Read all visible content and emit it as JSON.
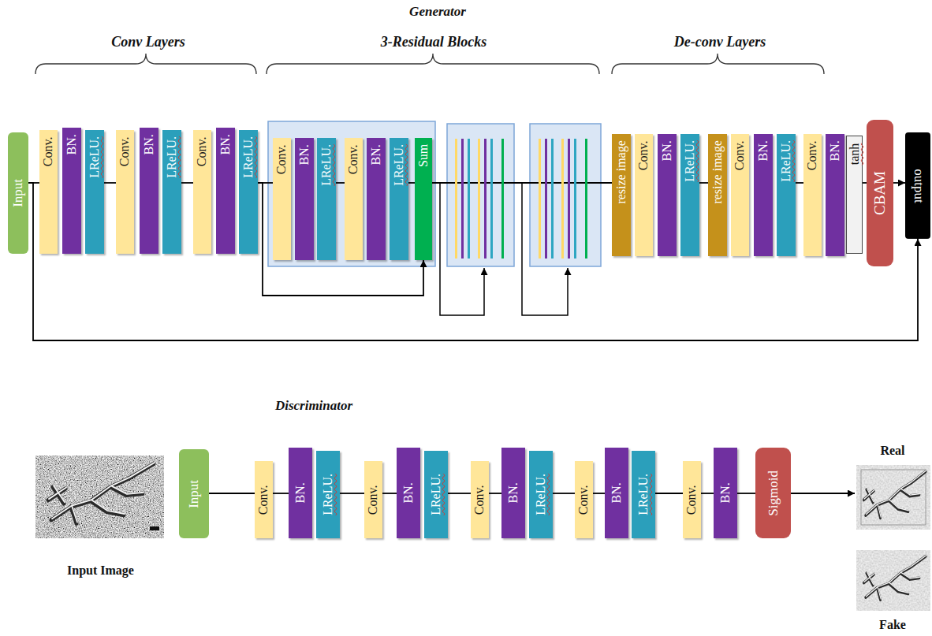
{
  "diagram": {
    "nodes": [
      {
        "text": [
          "Input"
        ]
      },
      {
        "text": [
          "Conv."
        ]
      },
      {
        "text": [
          "BN."
        ]
      },
      {
        "text": [
          "LReLU."
        ]
      },
      {
        "text": [
          "Conv."
        ]
      },
      {
        "text": [
          "BN."
        ]
      },
      {
        "text": [
          "LReLU."
        ]
      },
      {
        "text": [
          "Conv."
        ]
      },
      {
        "text": [
          "BN."
        ]
      },
      {
        "text": [
          "LReLU."
        ]
      },
      {
        "text": [
          "Conv."
        ]
      },
      {
        "text": [
          "BN."
        ]
      },
      {
        "text": [
          "LReLU."
        ]
      },
      {
        "text": [
          "Conv."
        ]
      },
      {
        "text": [
          "BN."
        ]
      },
      {
        "text": [
          "LReLU."
        ]
      },
      {
        "text": [
          "Sum"
        ]
      },
      {
        "text": [
          "resize image"
        ]
      },
      {
        "text": [
          "Conv."
        ]
      },
      {
        "text": [
          "BN."
        ]
      },
      {
        "text": [
          "LReLU."
        ]
      },
      {
        "text": [
          "resize image"
        ]
      },
      {
        "text": [
          "Conv."
        ]
      },
      {
        "text": [
          "BN."
        ]
      },
      {
        "text": [
          "LReLU."
        ]
      },
      {
        "text": [
          "Conv."
        ]
      },
      {
        "text": [
          "BN."
        ]
      },
      {
        "text": [
          "tanh"
        ]
      },
      {
        "text": [
          "CBAM"
        ]
      },
      {
        "text": [
          "output"
        ]
      },
      {
        "text": [
          "Input Image"
        ]
      },
      {
        "text": [
          "Input"
        ]
      },
      {
        "text": [
          "Conv."
        ]
      },
      {
        "text": [
          "BN."
        ]
      },
      {
        "text": [
          "LReLU."
        ]
      },
      {
        "text": [
          "Conv."
        ]
      },
      {
        "text": [
          "BN."
        ]
      },
      {
        "text": [
          "LReLU."
        ]
      },
      {
        "text": [
          "Conv."
        ]
      },
      {
        "text": [
          "BN."
        ]
      },
      {
        "text": [
          "LReLU."
        ]
      },
      {
        "text": [
          "Conv."
        ]
      },
      {
        "text": [
          "BN."
        ]
      },
      {
        "text": [
          "LReLU."
        ]
      },
      {
        "text": [
          "Conv."
        ]
      },
      {
        "text": [
          "BN."
        ]
      },
      {
        "text": [
          "Sigmoid"
        ]
      },
      {
        "text": [
          "Real"
        ]
      },
      {
        "text": [
          "Fake"
        ]
      }
    ],
    "edges": [
      {
        "from": 0,
        "to": 1,
        "arrow": "none"
      },
      {
        "from": 3,
        "to": 4,
        "arrow": "none"
      },
      {
        "from": 6,
        "to": 7,
        "arrow": "none"
      },
      {
        "from": 9,
        "to": 10,
        "arrow": "none"
      },
      {
        "from": 12,
        "to": 13,
        "arrow": "none"
      },
      {
        "from": 15,
        "to": 16,
        "arrow": "none"
      },
      {
        "from": 9,
        "to": 16,
        "arrow": "to"
      },
      {
        "from": 20,
        "to": 21,
        "arrow": "none"
      },
      {
        "from": 24,
        "to": 25,
        "arrow": "none"
      },
      {
        "from": 27,
        "to": 28,
        "arrow": "none"
      },
      {
        "from": 28,
        "to": 29,
        "arrow": "to"
      },
      {
        "from": 0,
        "to": 29,
        "arrow": "to"
      },
      {
        "from": 31,
        "to": 32,
        "arrow": "none"
      },
      {
        "from": 32,
        "to": 33,
        "arrow": "none"
      },
      {
        "from": 34,
        "to": 35,
        "arrow": "none"
      },
      {
        "from": 35,
        "to": 36,
        "arrow": "none"
      },
      {
        "from": 37,
        "to": 38,
        "arrow": "none"
      },
      {
        "from": 38,
        "to": 39,
        "arrow": "none"
      },
      {
        "from": 40,
        "to": 41,
        "arrow": "none"
      },
      {
        "from": 41,
        "to": 42,
        "arrow": "none"
      },
      {
        "from": 43,
        "to": 44,
        "arrow": "none"
      },
      {
        "from": 44,
        "to": 45,
        "arrow": "none"
      },
      {
        "from": 45,
        "to": 46,
        "arrow": "none"
      },
      {
        "from": 46,
        "to": 47,
        "arrow": "to"
      }
    ],
    "labels": [
      "Generator",
      "Conv Layers",
      "3-Residual Blocks",
      "De-conv Layers",
      "Discriminator"
    ]
  }
}
